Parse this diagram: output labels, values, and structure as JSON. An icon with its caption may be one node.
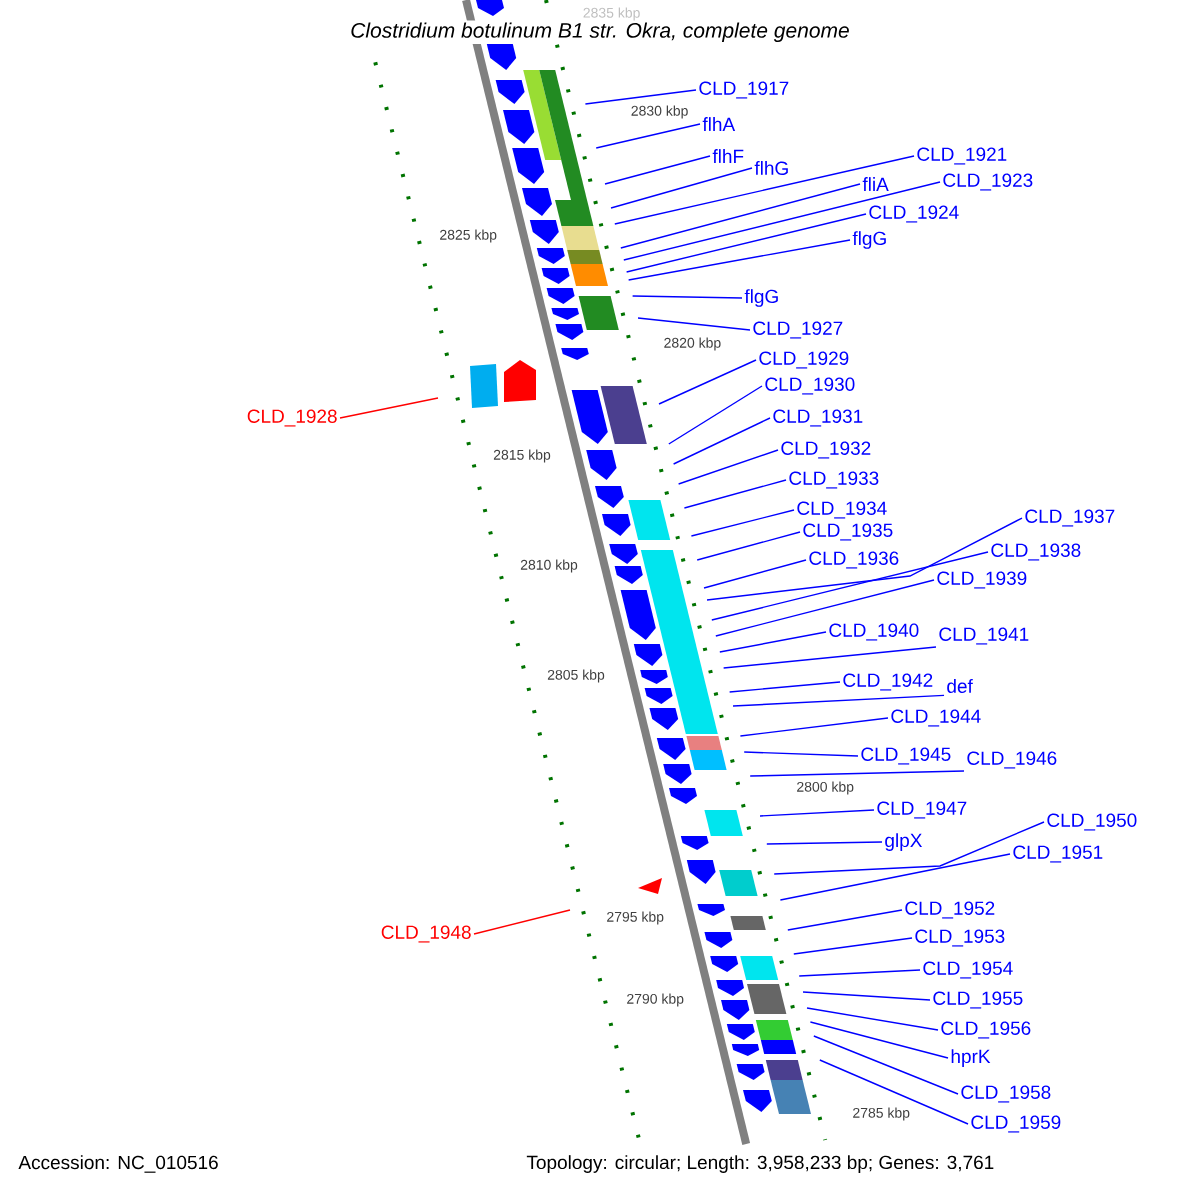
{
  "diagram": {
    "title": "Clostridium botulinum B1 str. Okra, complete genome",
    "nodes": [
      {
        "text": [
          "CLD_1917"
        ]
      },
      {
        "text": [
          "flhA"
        ]
      },
      {
        "text": [
          "flhF"
        ]
      },
      {
        "text": [
          "flhG"
        ]
      },
      {
        "text": [
          "CLD_1921"
        ]
      },
      {
        "text": [
          "fliA"
        ]
      },
      {
        "text": [
          "CLD_1923"
        ]
      },
      {
        "text": [
          "CLD_1924"
        ]
      },
      {
        "text": [
          "flgG"
        ]
      },
      {
        "text": [
          "flgG"
        ]
      },
      {
        "text": [
          "CLD_1927"
        ]
      },
      {
        "text": [
          "CLD_1928"
        ]
      },
      {
        "text": [
          "CLD_1929"
        ]
      },
      {
        "text": [
          "CLD_1930"
        ]
      },
      {
        "text": [
          "CLD_1931"
        ]
      },
      {
        "text": [
          "CLD_1932"
        ]
      },
      {
        "text": [
          "CLD_1933"
        ]
      },
      {
        "text": [
          "CLD_1934"
        ]
      },
      {
        "text": [
          "CLD_1935"
        ]
      },
      {
        "text": [
          "CLD_1936"
        ]
      },
      {
        "text": [
          "CLD_1937"
        ]
      },
      {
        "text": [
          "CLD_1938"
        ]
      },
      {
        "text": [
          "CLD_1939"
        ]
      },
      {
        "text": [
          "CLD_1940"
        ]
      },
      {
        "text": [
          "CLD_1941"
        ]
      },
      {
        "text": [
          "CLD_1942"
        ]
      },
      {
        "text": [
          "def"
        ]
      },
      {
        "text": [
          "CLD_1944"
        ]
      },
      {
        "text": [
          "CLD_1945"
        ]
      },
      {
        "text": [
          "CLD_1946"
        ]
      },
      {
        "text": [
          "CLD_1947"
        ]
      },
      {
        "text": [
          "glpX"
        ]
      },
      {
        "text": [
          "CLD_1950"
        ]
      },
      {
        "text": [
          "CLD_1951"
        ]
      },
      {
        "text": [
          "CLD_1952"
        ]
      },
      {
        "text": [
          "CLD_1953"
        ]
      },
      {
        "text": [
          "CLD_1954"
        ]
      },
      {
        "text": [
          "CLD_1955"
        ]
      },
      {
        "text": [
          "CLD_1956"
        ]
      },
      {
        "text": [
          "hprK"
        ]
      },
      {
        "text": [
          "CLD_1958"
        ]
      },
      {
        "text": [
          "CLD_1959"
        ]
      },
      {
        "text": [
          "CLD_1948"
        ]
      }
    ],
    "edges": [
      {
        "from": 0,
        "to": null,
        "arrow": "none"
      },
      {
        "from": 1,
        "to": null,
        "arrow": "none"
      },
      {
        "from": 2,
        "to": null,
        "arrow": "none"
      },
      {
        "from": 3,
        "to": null,
        "arrow": "none"
      },
      {
        "from": 4,
        "to": null,
        "arrow": "none"
      },
      {
        "from": 5,
        "to": null,
        "arrow": "none"
      },
      {
        "from": 6,
        "to": null,
        "arrow": "none"
      },
      {
        "from": 7,
        "to": null,
        "arrow": "none"
      },
      {
        "from": 8,
        "to": null,
        "arrow": "none"
      },
      {
        "from": 9,
        "to": null,
        "arrow": "none"
      },
      {
        "from": 10,
        "to": null,
        "arrow": "none"
      },
      {
        "from": 11,
        "to": null,
        "arrow": "none",
        "color": "#ff0000"
      },
      {
        "from": 12,
        "to": null,
        "arrow": "none"
      },
      {
        "from": 13,
        "to": null,
        "arrow": "none"
      },
      {
        "from": 14,
        "to": null,
        "arrow": "none"
      },
      {
        "from": 15,
        "to": null,
        "arrow": "none"
      },
      {
        "from": 16,
        "to": null,
        "arrow": "none"
      },
      {
        "from": 17,
        "to": null,
        "arrow": "none"
      },
      {
        "from": 18,
        "to": null,
        "arrow": "none"
      },
      {
        "from": 19,
        "to": null,
        "arrow": "none"
      },
      {
        "from": 20,
        "to": null,
        "arrow": "none"
      },
      {
        "from": 21,
        "to": null,
        "arrow": "none"
      },
      {
        "from": 22,
        "to": null,
        "arrow": "none"
      },
      {
        "from": 23,
        "to": null,
        "arrow": "none"
      },
      {
        "from": 24,
        "to": null,
        "arrow": "none"
      },
      {
        "from": 25,
        "to": null,
        "arrow": "none"
      },
      {
        "from": 26,
        "to": null,
        "arrow": "none"
      },
      {
        "from": 27,
        "to": null,
        "arrow": "none"
      },
      {
        "from": 28,
        "to": null,
        "arrow": "none"
      },
      {
        "from": 29,
        "to": null,
        "arrow": "none"
      },
      {
        "from": 30,
        "to": null,
        "arrow": "none"
      },
      {
        "from": 31,
        "to": null,
        "arrow": "none"
      },
      {
        "from": 32,
        "to": null,
        "arrow": "none"
      },
      {
        "from": 33,
        "to": null,
        "arrow": "none"
      },
      {
        "from": 34,
        "to": null,
        "arrow": "none"
      },
      {
        "from": 35,
        "to": null,
        "arrow": "none"
      },
      {
        "from": 36,
        "to": null,
        "arrow": "none"
      },
      {
        "from": 37,
        "to": null,
        "arrow": "none"
      },
      {
        "from": 38,
        "to": null,
        "arrow": "none"
      },
      {
        "from": 39,
        "to": null,
        "arrow": "none"
      },
      {
        "from": 40,
        "to": null,
        "arrow": "none"
      },
      {
        "from": 41,
        "to": null,
        "arrow": "none"
      },
      {
        "from": 42,
        "to": null,
        "arrow": "none",
        "color": "#ff0000"
      }
    ],
    "labels": [
      "2835 kbp",
      "2830 kbp",
      "2825 kbp",
      "2820 kbp",
      "2815 kbp",
      "2810 kbp",
      "2805 kbp",
      "2800 kbp",
      "2795 kbp",
      "2790 kbp",
      "2785 kbp",
      "Accession: NC_010516",
      "Topology: circular; Length: 3,958,233 bp; Genes: 3,761"
    ]
  }
}
